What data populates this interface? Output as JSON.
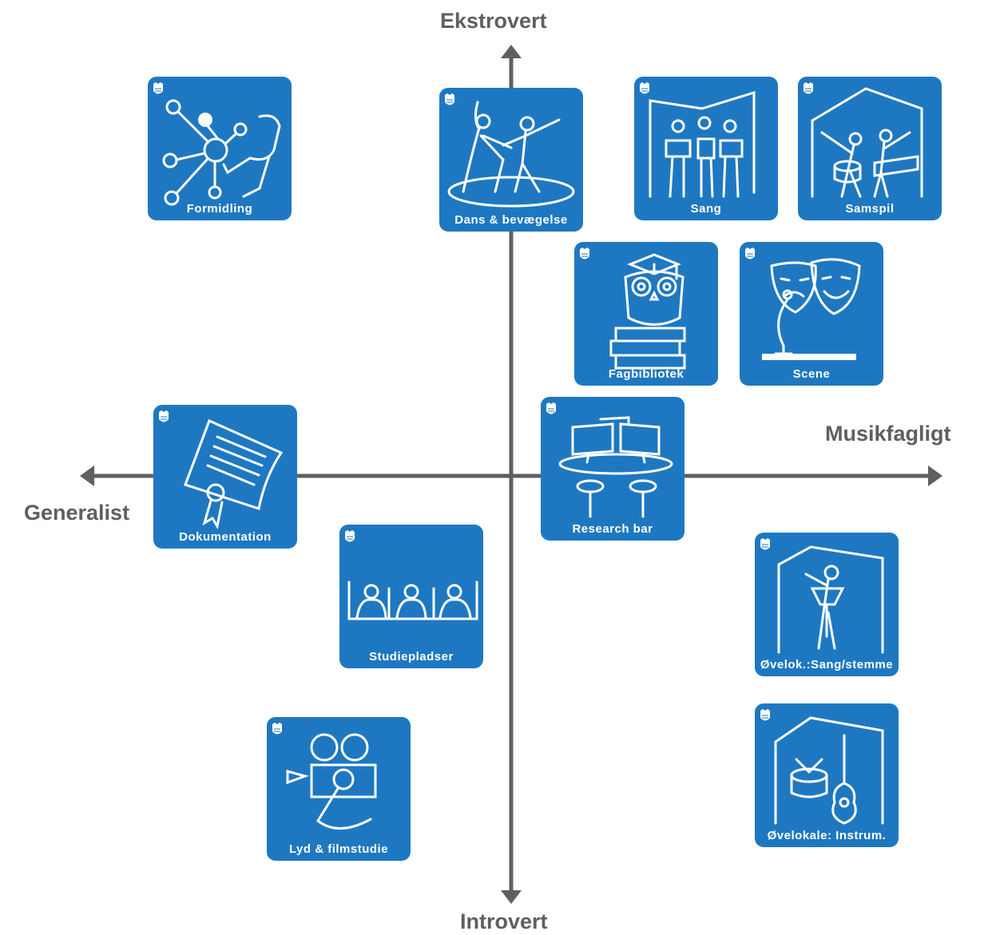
{
  "axes": {
    "top": "Ekstrovert",
    "bottom": "Introvert",
    "left": "Generalist",
    "right": "Musikfagligt",
    "color": "#5f5f5f"
  },
  "tile_color": "#1e78c1",
  "tiles": {
    "formidling": {
      "label": "Formidling",
      "icon": "network-person-icon"
    },
    "dans": {
      "label": "Dans & bevægelse",
      "icon": "dancers-icon"
    },
    "sang": {
      "label": "Sang",
      "icon": "choir-icon"
    },
    "samspil": {
      "label": "Samspil",
      "icon": "band-icon"
    },
    "fagbibliotek": {
      "label": "Fagbibliotek",
      "icon": "owl-books-icon"
    },
    "scene": {
      "label": "Scene",
      "icon": "theatre-masks-icon"
    },
    "dokumentation": {
      "label": "Dokumentation",
      "icon": "certificate-icon"
    },
    "research_bar": {
      "label": "Research bar",
      "icon": "computers-bar-icon"
    },
    "studiepladser": {
      "label": "Studiepladser",
      "icon": "study-desks-icon"
    },
    "ovelok_sang": {
      "label": "Øvelok.:Sang/stemme",
      "icon": "singer-booth-icon"
    },
    "lyd_film": {
      "label": "Lyd & filmstudie",
      "icon": "camera-microphone-icon"
    },
    "ovelokale_instrum": {
      "label": "Øvelokale: Instrum.",
      "icon": "drum-guitar-icon"
    }
  }
}
